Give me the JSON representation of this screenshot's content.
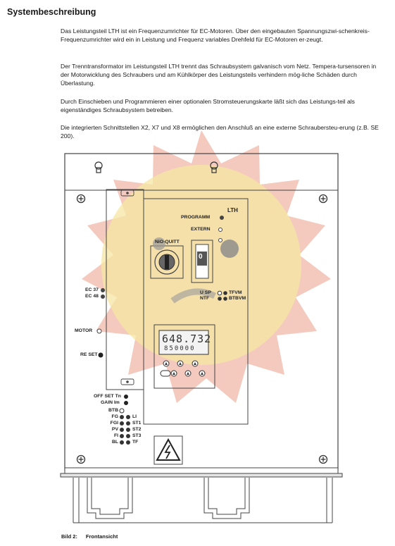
{
  "page": {
    "title": "Systembeschreibung",
    "paragraphs": [
      "Das Leistungsteil LTH ist ein Frequenzumrichter für EC-Motoren. Über den eingebauten Spannungszwi-schenkreis-Frequenzumrichter wird ein in Leistung und Frequenz variables Drehfeld für EC-Motoren er-zeugt.",
      "Der Trenntransformator im Leistungsteil LTH trennt das Schraubsystem galvanisch vom Netz. Tempera-tursensoren in der Motorwicklung des Schraubers und am Kühlkörper des Leistungsteils verhindern mög-liche Schäden durch Überlastung.",
      "Durch Einschieben und Programmieren einer optionalen Stromsteuerungskarte läßt sich das Leistungs-teil als eigenständiges Schraubsystem betreiben.",
      "Die integrierten Schnittstellen X2, X7 und X8 ermöglichen den Anschluß an eine externe Schraubersteu-erung (z.B. SE 200)."
    ],
    "caption_number": "Bild 2:",
    "caption_text": "Frontansicht"
  },
  "device": {
    "model": "LTH",
    "programm": "PROGRAMM",
    "extern": "EXTERN",
    "nio_quitt": "NiO-QUITT",
    "switch_value": "0",
    "usp": "U SP",
    "ntf": "NTF",
    "tfvm": "TFVM",
    "btbvm": "BTBVM",
    "ec37": "EC 37",
    "ec48": "EC 48",
    "motor": "MOTOR",
    "reset": "RE SET",
    "offset": "OFF SET Tn",
    "gain": "GAIN Im",
    "lcd_top": "648.732",
    "lcd_bottom": "850000",
    "left_leds": [
      "BTB",
      "FG",
      "FGI",
      "PV",
      "FI",
      "BL"
    ],
    "right_leds": [
      "LI",
      "ST1",
      "ST2",
      "ST3",
      "TF"
    ]
  },
  "colors": {
    "device_outline": "#444444",
    "watermark_star": "#f2bfb3",
    "watermark_circle": "#f6e7a3",
    "led": "#222222"
  }
}
